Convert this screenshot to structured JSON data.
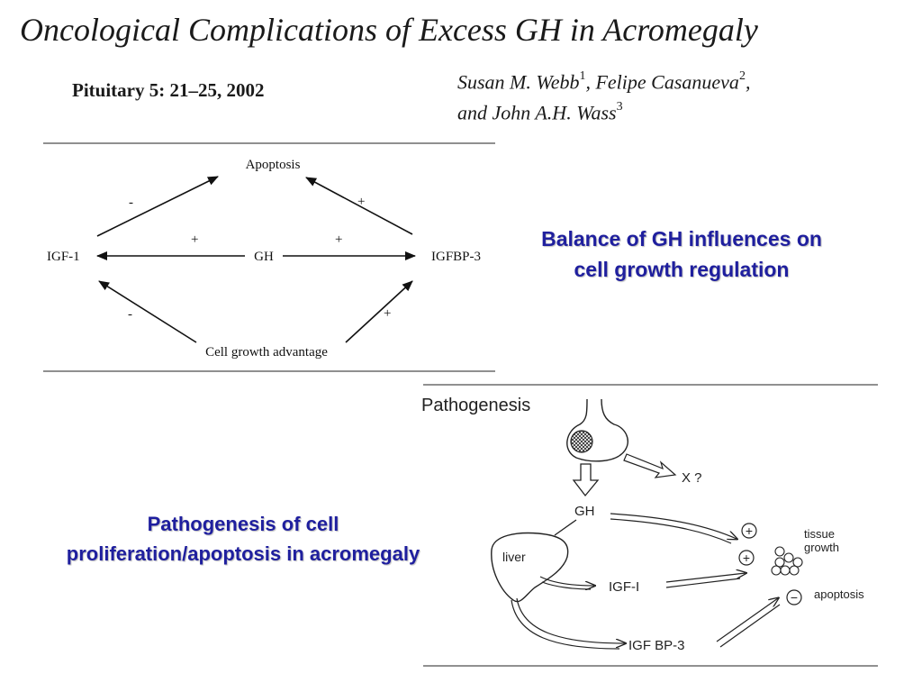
{
  "slide": {
    "title": "Oncological Complications of Excess GH in Acromegaly",
    "citation": "Pituitary 5: 21–25, 2002",
    "authors": {
      "line1_a": "Susan M. Webb",
      "sup1": "1",
      "line1_b": ", Felipe Casanueva",
      "sup2": "2",
      "line1_c": ",",
      "line2_a": "and John A.H. Wass",
      "sup3": "3"
    }
  },
  "diagram1": {
    "nodes": {
      "apoptosis": "Apoptosis",
      "igf1": "IGF-1",
      "gh": "GH",
      "igfbp3": "IGFBP-3",
      "cell_growth": "Cell growth advantage"
    },
    "signs": {
      "igf1_apoptosis": "-",
      "igfbp3_apoptosis": "+",
      "gh_igf1": "+",
      "gh_igfbp3": "+",
      "cell_growth_igf1": "-",
      "cell_growth_igfbp3": "+"
    },
    "caption_line1": "Balance of GH influences on",
    "caption_line2": "cell growth regulation"
  },
  "diagram2": {
    "heading": "Pathogenesis",
    "unknown": "X ?",
    "gh": "GH",
    "liver": "liver",
    "igf1": "IGF-I",
    "igfbp3": "IGF BP-3",
    "plus1": "+",
    "plus2": "+",
    "minus": "−",
    "tissue_line1": "tissue",
    "tissue_line2": "growth",
    "apoptosis": "apoptosis",
    "caption_line1": "Pathogenesis of cell",
    "caption_line2": "proliferation/apoptosis in acromegaly"
  }
}
